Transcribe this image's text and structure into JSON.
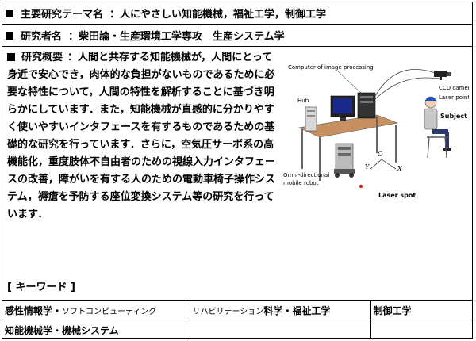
{
  "header": {
    "theme_label": "主要研究テーマ名",
    "theme_value": "：人にやさしい知能機械，福祉工学，制御工学",
    "researcher_label": "研究者名",
    "researcher_value": "：柴田論・生産環境工学専攻　生産システム学"
  },
  "abstract": {
    "label": "研究概要",
    "text": "：人間と共存する知能機械が，人間にとって身近で安心でき，肉体的な負担がないものであるために必要な特性について，人間の特性を解析することに基づき明らかにしています．また，知能機械が直感的に分かりやすく使いやすいインタフェースを有するものであるための基礎的な研究を行っています．さらに，空気圧サーボ系の高機能化，重度肢体不自由者のための視線入力インタフェースの改善，障がいを有する人のための電動車椅子操作システム，褥瘡を予防する座位変換システム等の研究を行っています．"
  },
  "figure": {
    "label_computer": "Computer of image processing",
    "label_ccd": "CCD camera",
    "label_laser_pointer": "Laser pointer",
    "label_hub": "Hub",
    "label_subject": "Subject",
    "label_robot_line1": "Omni-directional",
    "label_robot_line2": "mobile robot",
    "label_laser_spot": "Laser spot",
    "axis_o": "O",
    "axis_x": "X",
    "axis_y": "Y",
    "colors": {
      "laser": "#e02020",
      "desk": "#c89060",
      "screen": "#1a2a8a",
      "cap": "#2050c0"
    }
  },
  "keywords": {
    "title": "[ キーワード ]",
    "row1": [
      {
        "main": "感性情報学・",
        "small": "ソフトコンピューティング"
      },
      {
        "small": "リハビリテーション",
        "main": "科学・福祉工学"
      },
      {
        "main": "制御工学"
      }
    ],
    "row2": [
      {
        "main": "知能機械学・機械システム"
      },
      {
        "main": ""
      },
      {
        "main": ""
      }
    ]
  }
}
